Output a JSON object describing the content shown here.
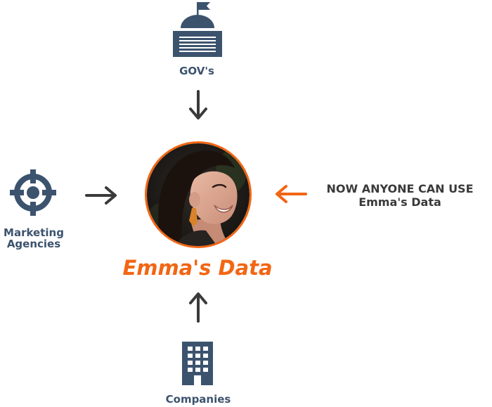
{
  "colors": {
    "accent": "#f26614",
    "icon": "#3c536e",
    "arrow": "#3a3a3a"
  },
  "nodes": {
    "top": {
      "label": "GOV's",
      "icon": "government-building-icon"
    },
    "left": {
      "label_line1": "Marketing",
      "label_line2": "Agencies",
      "icon": "crosshair-target-icon"
    },
    "bottom": {
      "label": "Companies",
      "icon": "office-building-icon"
    }
  },
  "center": {
    "label": "Emma's Data",
    "image": "portrait-photo"
  },
  "callout": {
    "line1": "NOW ANYONE CAN USE",
    "line2": "Emma's Data"
  }
}
